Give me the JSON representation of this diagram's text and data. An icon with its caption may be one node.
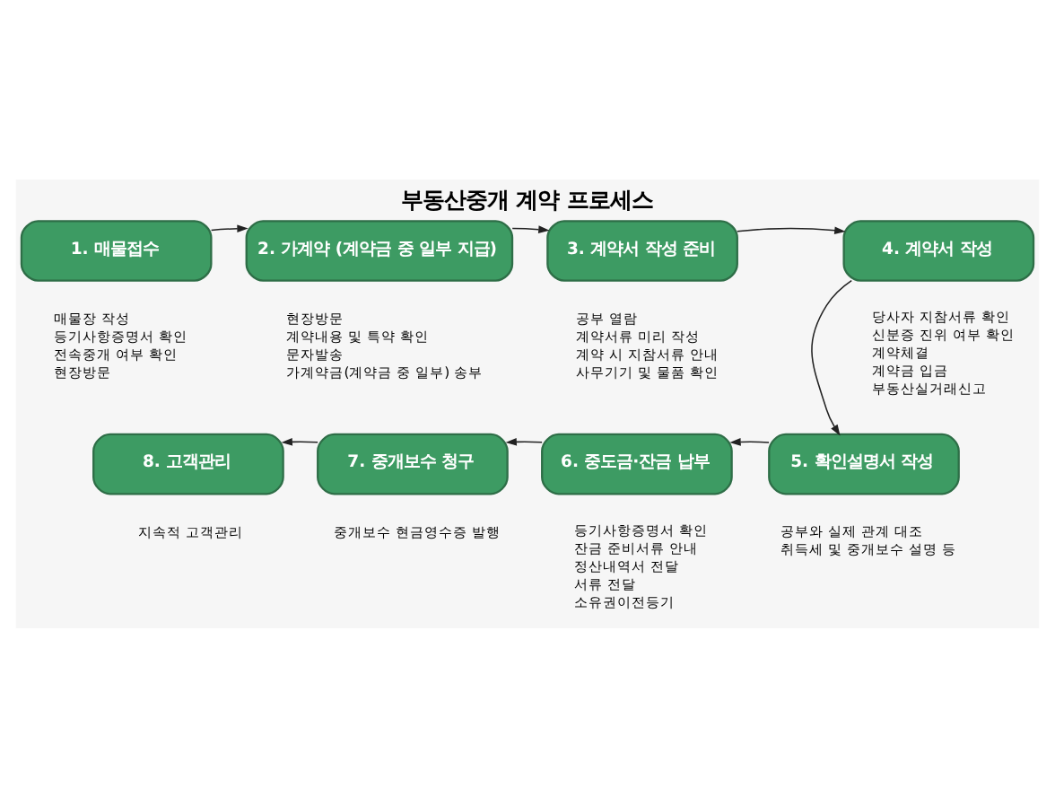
{
  "diagram": {
    "title": "부동산중개 계약 프로세스",
    "nodes": [
      {
        "text": [
          "1. 매물접수"
        ],
        "beside": [
          "매물장 작성",
          "등기사항증명서 확인",
          "전속중개 여부 확인",
          "현장방문"
        ]
      },
      {
        "text": [
          "2. 가계약 (계약금 중 일부 지급)"
        ],
        "beside": [
          "현장방문",
          "계약내용 및 특약 확인",
          "문자발송",
          "가계약금(계약금 중 일부) 송부"
        ]
      },
      {
        "text": [
          "3. 계약서 작성 준비"
        ],
        "beside": [
          "공부 열람",
          "계약서류 미리 작성",
          "계약 시 지참서류 안내",
          "사무기기 및 물품 확인"
        ]
      },
      {
        "text": [
          "4. 계약서 작성"
        ],
        "beside": [
          "당사자 지참서류 확인",
          "신분증 진위 여부 확인",
          "계약체결",
          "계약금 입금",
          "부동산실거래신고"
        ]
      },
      {
        "text": [
          "5. 확인설명서 작성"
        ],
        "beside": [
          "공부와 실제 관계 대조",
          "취득세 및 중개보수 설명 등"
        ]
      },
      {
        "text": [
          "6. 중도금·잔금 납부"
        ],
        "beside": [
          "등기사항증명서 확인",
          "잔금 준비서류 안내",
          "정산내역서 전달",
          "서류 전달",
          "소유권이전등기"
        ]
      },
      {
        "text": [
          "7. 중개보수 청구"
        ],
        "beside": [
          "중개보수 현금영수증 발행"
        ]
      },
      {
        "text": [
          "8. 고객관리"
        ],
        "beside": [
          "지속적 고객관리"
        ]
      }
    ],
    "edges": [
      {
        "from": 0,
        "to": 1,
        "arrow": "to"
      },
      {
        "from": 1,
        "to": 2,
        "arrow": "to"
      },
      {
        "from": 2,
        "to": 3,
        "arrow": "to"
      },
      {
        "from": 3,
        "to": 4,
        "arrow": "to"
      },
      {
        "from": 4,
        "to": 5,
        "arrow": "to"
      },
      {
        "from": 5,
        "to": 6,
        "arrow": "to"
      },
      {
        "from": 6,
        "to": 7,
        "arrow": "to"
      }
    ]
  }
}
